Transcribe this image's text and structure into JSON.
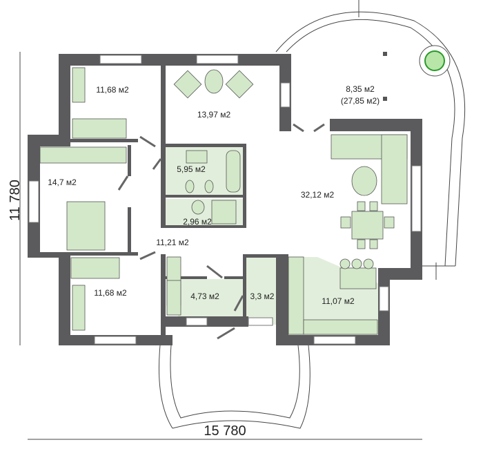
{
  "title": "Floor plan",
  "dimensions": {
    "height_label": "11 780",
    "width_label": "15 780"
  },
  "rooms": {
    "bedroom_top": "11,68 м2",
    "lounge": "13,97 м2",
    "terrace": "8,35 м2",
    "terrace_total": "(27,85 м2)",
    "bedroom_master": "14,7 м2",
    "bathroom": "5,95 м2",
    "wc": "2,96 м2",
    "living": "32,12 м2",
    "hall": "11,21 м2",
    "bedroom_bottom": "11,68 м2",
    "vestibule": "4,73 м2",
    "boiler": "3,3 м2",
    "kitchen": "11,07 м2"
  },
  "colors": {
    "wall": "#5b5a5c",
    "furniture": "#d3e8c9",
    "wet_zone": "#e2eedc"
  }
}
